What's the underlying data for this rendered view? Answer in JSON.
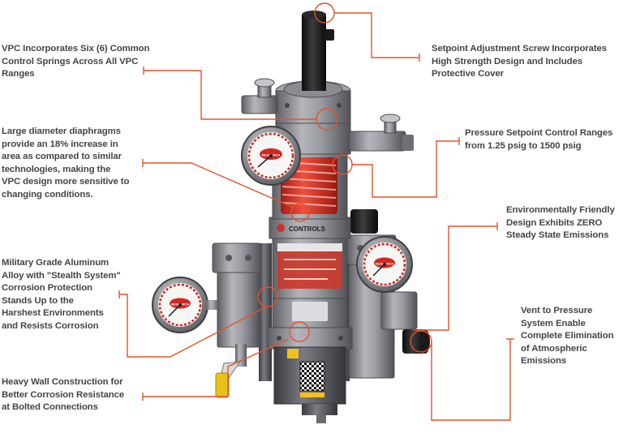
{
  "colors": {
    "accent": "#e8502a",
    "text": "#454545",
    "body_metal": "#8e9096",
    "gauge_red": "#d0281e",
    "brand_red": "#c9302c"
  },
  "device": {
    "brand_label": "CONTROLS",
    "gauge_brand": "RESEARCH"
  },
  "callouts": [
    {
      "id": "springs",
      "text": "VPC Incorporates Six (6) Common\nControl Springs Across All VPC\nRanges"
    },
    {
      "id": "diaphragm",
      "text": "Large diameter diaphragms\nprovide an 18% increase in\narea as compared to similar\ntechnologies, making the\nVPC design more sensitive to\nchanging conditions."
    },
    {
      "id": "aluminum",
      "text": "Military Grade Aluminum\nAlloy with \"Stealth System\"\nCorrosion Protection\nStands Up to the\nHarshest Environments\nand Resists Corrosion"
    },
    {
      "id": "heavy-wall",
      "text": "Heavy Wall Construction for\nBetter Corrosion Resistance\nat Bolted Connections"
    },
    {
      "id": "setpoint-screw",
      "text": "Setpoint Adjustment Screw Incorporates\nHigh Strength Design and Includes\nProtective Cover"
    },
    {
      "id": "pressure-range",
      "text": "Pressure Setpoint Control Ranges\nfrom 1.25 psig to 1500 psig"
    },
    {
      "id": "emissions",
      "text": "Environmentally Friendly\nDesign Exhibits ZERO\nSteady State Emissions"
    },
    {
      "id": "vent",
      "text": "Vent to Pressure\nSystem Enable\nComplete Elimination\nof Atmospheric\nEmissions"
    }
  ]
}
